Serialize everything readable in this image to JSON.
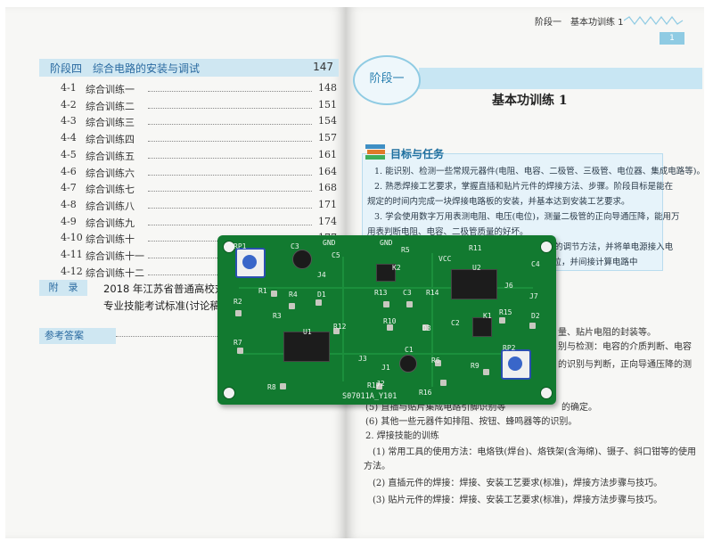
{
  "toc": {
    "header": {
      "label": "阶段四　综合电路的安装与调试",
      "page": "147"
    },
    "rows": [
      {
        "num": "4-1",
        "title": "综合训练一",
        "page": "148"
      },
      {
        "num": "4-2",
        "title": "综合训练二",
        "page": "151"
      },
      {
        "num": "4-3",
        "title": "综合训练三",
        "page": "154"
      },
      {
        "num": "4-4",
        "title": "综合训练四",
        "page": "157"
      },
      {
        "num": "4-5",
        "title": "综合训练五",
        "page": "161"
      },
      {
        "num": "4-6",
        "title": "综合训练六",
        "page": "164"
      },
      {
        "num": "4-7",
        "title": "综合训练七",
        "page": "168"
      },
      {
        "num": "4-8",
        "title": "综合训练八",
        "page": "171"
      },
      {
        "num": "4-9",
        "title": "综合训练九",
        "page": "174"
      },
      {
        "num": "4-10",
        "title": "综合训练十",
        "page": "177"
      },
      {
        "num": "4-11",
        "title": "综合训练十一",
        "page": ""
      },
      {
        "num": "4-12",
        "title": "综合训练十二",
        "page": ""
      }
    ],
    "appendix_label": "附　录",
    "appendix_line1": "2018 年江苏省普通高校对口单",
    "appendix_line2": "专业技能考试标准(讨论稿)",
    "answers_label": "参考答案"
  },
  "right_page": {
    "running_head": "阶段一　基本功训练 1",
    "page_num": "1",
    "stage_badge": "阶段一",
    "title": "基本功训练 1",
    "goal_label": "目标与任务",
    "goal_lines": [
      "1. 能识别、检测一些常规元器件(电阻、电容、二极管、三极管、电位器、集成电路等)。",
      "2. 熟悉焊接工艺要求，掌握直插和贴片元件的焊接方法、步骤。阶段目标是能在",
      "规定的时间内完成一块焊接电路板的安装，并基本达到安装工艺要求。",
      "3. 学会使用数字万用表测电阻、电压(电位)，测量二极管的正向导通压降，能用万",
      "用表判断电阻、电容、二极管质量的好坏。",
      "4. 会简单使用直流电源，学会单电源的输出电压的调节方法，并将单电源接入电",
      "各点电位，并间接计算电路中"
    ],
    "body_lines": [
      "量、贴片电阻的封装等。",
      "别与检测：电容的介质判断、电容",
      "的识别与判断，正向导通压降的测",
      "(5) 直插与贴片集成电路引脚识别等",
      "的确定。",
      "(6) 其他一些元器件如排阻、按钮、蜂鸣器等的识别。",
      "2. 焊接技能的训练",
      "(1) 常用工具的使用方法：电烙铁(焊台)、烙铁架(含海绵)、镊子、斜口钳等的使用",
      "方法。",
      "(2) 直插元件的焊接：焊接、安装工艺要求(标准)，焊接方法步骤与技巧。",
      "(3) 贴片元件的焊接：焊接、安装工艺要求(标准)，焊接方法步骤与技巧。"
    ]
  },
  "pcb": {
    "board_id": "S07011A_Y101",
    "labels": [
      "RP1",
      "C3",
      "GND",
      "C5",
      "GND",
      "R5",
      "R11",
      "VCC",
      "C4",
      "K2",
      "U2",
      "R1",
      "R4",
      "D1",
      "J4",
      "R13",
      "C3",
      "R14",
      "J6",
      "J7",
      "R2",
      "R3",
      "C2",
      "R15",
      "D2",
      "R10",
      "D3",
      "K1",
      "U1",
      "R12",
      "R7",
      "C1",
      "R6",
      "R9",
      "RP2",
      "J3",
      "J1",
      "J2",
      "R8",
      "R17",
      "R16"
    ]
  }
}
